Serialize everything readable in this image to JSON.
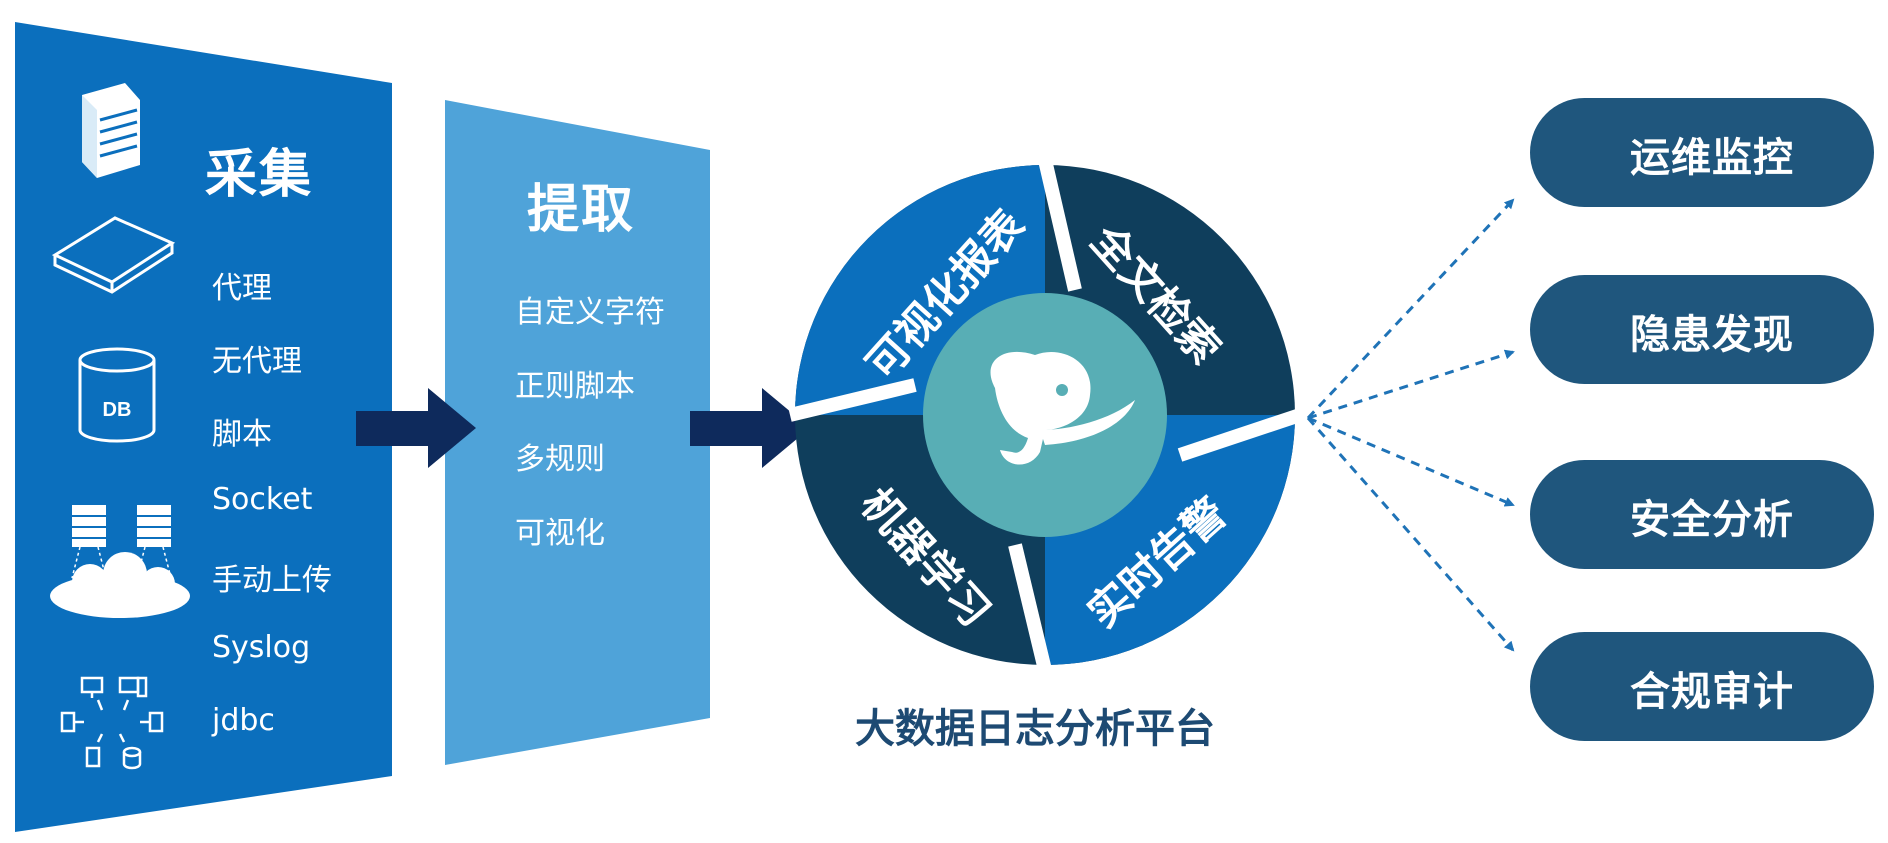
{
  "collection": {
    "title": "采集",
    "items": [
      "代理",
      "无代理",
      "脚本",
      "Socket",
      "手动上传",
      "Syslog",
      "jdbc"
    ],
    "icons": [
      "server-icon",
      "network-appliance-icon",
      "database-icon",
      "cloud-servers-icon",
      "devices-network-icon"
    ],
    "db_icon_label": "DB"
  },
  "extraction": {
    "title": "提取",
    "items": [
      "自定义字符",
      "正则脚本",
      "多规则",
      "可视化"
    ]
  },
  "platform": {
    "segments": [
      "可视化报表",
      "全文检索",
      "实时告警",
      "机器学习"
    ],
    "label": "大数据日志分析平台",
    "logo_icon": "elephant-logo-icon"
  },
  "outputs": [
    "运维监控",
    "隐患发现",
    "安全分析",
    "合规审计"
  ],
  "colors": {
    "collection_panel": "#0b6fbd",
    "extraction_panel": "#4fa3d9",
    "arrow": "#0e2a5c",
    "ring_light": "#0b6fbd",
    "ring_dark": "#0f3e5c",
    "center_circle": "#58aeb5",
    "output_pill": "#1f567d",
    "dashed_arrow": "#1f73b7"
  }
}
